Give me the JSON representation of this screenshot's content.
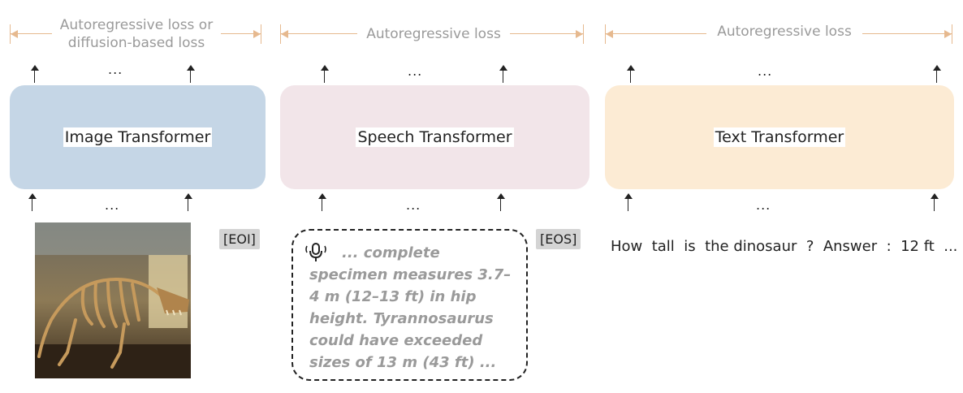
{
  "columns": [
    {
      "loss_label_line1": "Autoregressive loss or",
      "loss_label_line2": "diffusion-based loss",
      "transformer_label": "Image Transformer",
      "box_color": "#c5d6e6",
      "end_token": "[EOI]"
    },
    {
      "loss_label": "Autoregressive loss",
      "transformer_label": "Speech Transformer",
      "box_color": "#f2e5e9",
      "end_token": "[EOS]",
      "speech_text": "... complete specimen measures 3.7–4 m (12–13 ft) in hip height. Tyrannosaurus could have exceeded sizes of 13 m (43 ft) ..."
    },
    {
      "loss_label": "Autoregressive loss",
      "transformer_label": "Text Transformer",
      "box_color": "#fcebd4",
      "input_text": "How  tall  is  the dinosaur  ?  Answer  :  12 ft  ..."
    }
  ],
  "ellipsis": "...",
  "bracket_color": "#e6b98f",
  "icons": [
    "microphone-icon"
  ]
}
